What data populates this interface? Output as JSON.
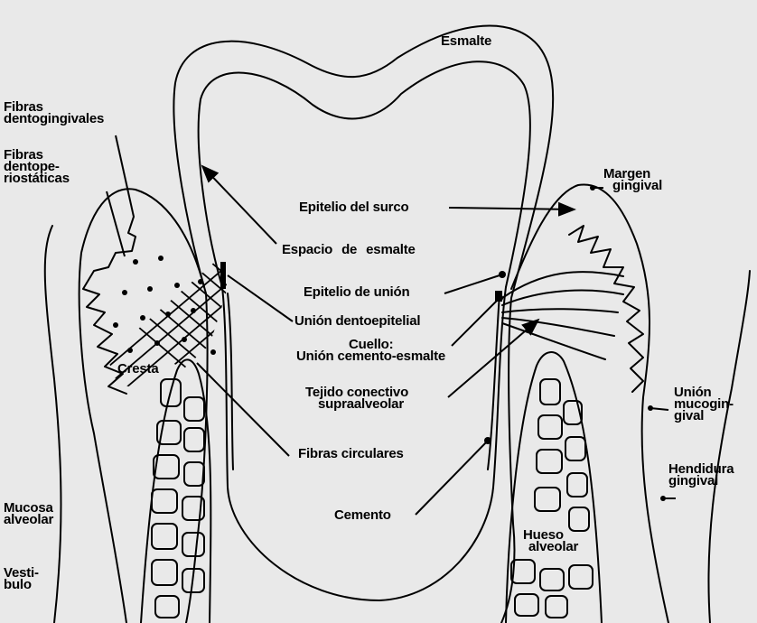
{
  "colors": {
    "background": "#e9e9e9",
    "ink": "#000000"
  },
  "labels": {
    "esmalte": "Esmalte",
    "fibras_dentogingivales": [
      "Fibras",
      "dentogingivales"
    ],
    "fibras_dentoperiostaticas": [
      "Fibras",
      "dentope-",
      "riostáticas"
    ],
    "margen_gingival": [
      "Margen",
      "gingival"
    ],
    "epitelio_surco": "Epitelio del surco",
    "espacio_esmalte": "Espacio de esmalte",
    "epitelio_union": "Epitelio de unión",
    "union_dentoepitelial": "Unión dentoepitelial",
    "cuello": [
      "Cuello:",
      "Unión cemento-esmalte"
    ],
    "cresta": "Cresta",
    "tejido_conectivo": [
      "Tejido conectivo",
      "supraalveolar"
    ],
    "union_mucogingival": [
      "Unión",
      "mucogin-",
      "gival"
    ],
    "fibras_circulares": "Fibras circulares",
    "hendidura_gingival": [
      "Hendidura",
      "gingival"
    ],
    "mucosa_alveolar": [
      "Mucosa",
      "alveolar"
    ],
    "cemento": "Cemento",
    "hueso_alveolar": [
      "Hueso",
      "alveolar"
    ],
    "vestibulo": [
      "Vesti-",
      "bulo"
    ]
  }
}
